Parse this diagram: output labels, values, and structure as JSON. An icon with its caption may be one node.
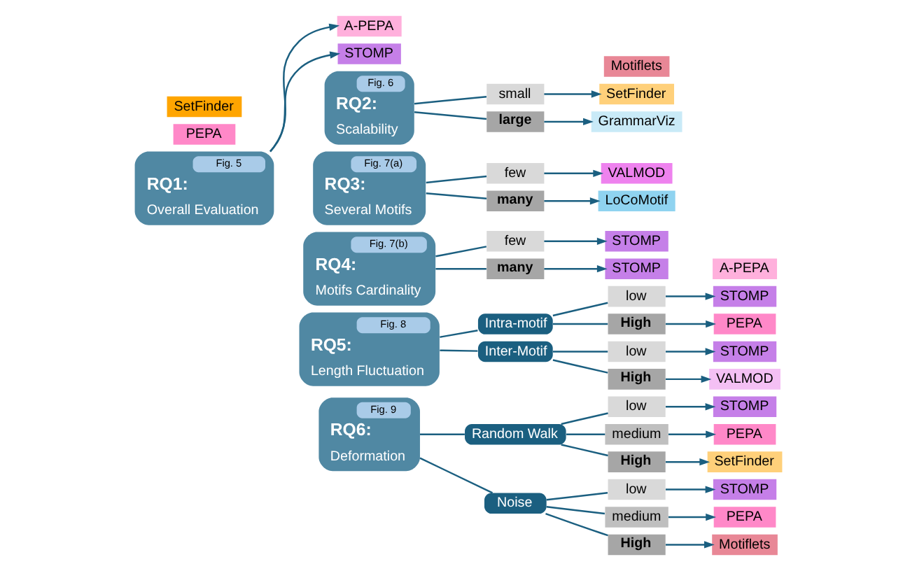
{
  "diagram": {
    "nodes": [
      {
        "text": [
          "Fig. 5",
          "RQ1:",
          "Overall Evaluation"
        ]
      },
      {
        "text": [
          "A-PEPA"
        ]
      },
      {
        "text": [
          "STOMP"
        ]
      },
      {
        "text": [
          "PEPA"
        ]
      },
      {
        "text": [
          "SetFinder"
        ]
      },
      {
        "text": [
          "Fig. 6",
          "RQ2:",
          "Scalability"
        ]
      },
      {
        "text": [
          "small"
        ]
      },
      {
        "text": [
          "large"
        ]
      },
      {
        "text": [
          "SetFinder"
        ]
      },
      {
        "text": [
          "GrammarViz"
        ]
      },
      {
        "text": [
          "Fig. 7(a)",
          "RQ3:",
          "Several Motifs"
        ]
      },
      {
        "text": [
          "few"
        ]
      },
      {
        "text": [
          "many"
        ]
      },
      {
        "text": [
          "VALMOD"
        ]
      },
      {
        "text": [
          "LoCoMotif"
        ]
      },
      {
        "text": [
          "Fig. 7(b)",
          "RQ4:",
          "Motifs Cardinality"
        ]
      },
      {
        "text": [
          "few"
        ]
      },
      {
        "text": [
          "many"
        ]
      },
      {
        "text": [
          "STOMP"
        ]
      },
      {
        "text": [
          "STOMP"
        ]
      },
      {
        "text": [
          "Motiflets"
        ]
      },
      {
        "text": [
          "Fig. 8",
          "RQ5:",
          "Length Fluctuation"
        ]
      },
      {
        "text": [
          "Intra-motif"
        ]
      },
      {
        "text": [
          "low"
        ]
      },
      {
        "text": [
          "High"
        ]
      },
      {
        "text": [
          "STOMP"
        ]
      },
      {
        "text": [
          "PEPA"
        ]
      },
      {
        "text": [
          "A-PEPA"
        ]
      },
      {
        "text": [
          "Inter-Motif"
        ]
      },
      {
        "text": [
          "low"
        ]
      },
      {
        "text": [
          "High"
        ]
      },
      {
        "text": [
          "STOMP"
        ]
      },
      {
        "text": [
          "VALMOD"
        ]
      },
      {
        "text": [
          "Fig. 9",
          "RQ6:",
          "Deformation"
        ]
      },
      {
        "text": [
          "Random Walk"
        ]
      },
      {
        "text": [
          "low"
        ]
      },
      {
        "text": [
          "medium"
        ]
      },
      {
        "text": [
          "High"
        ]
      },
      {
        "text": [
          "STOMP"
        ]
      },
      {
        "text": [
          "PEPA"
        ]
      },
      {
        "text": [
          "SetFinder"
        ]
      },
      {
        "text": [
          "Noise"
        ]
      },
      {
        "text": [
          "low"
        ]
      },
      {
        "text": [
          "medium"
        ]
      },
      {
        "text": [
          "High"
        ]
      },
      {
        "text": [
          "STOMP"
        ]
      },
      {
        "text": [
          "PEPA"
        ]
      },
      {
        "text": [
          "Motiflets"
        ]
      }
    ],
    "edges": [
      {
        "from": 0,
        "to": 1,
        "arrow": "to"
      },
      {
        "from": 0,
        "to": 2,
        "arrow": "to"
      },
      {
        "from": 5,
        "to": 6,
        "arrow": "none"
      },
      {
        "from": 5,
        "to": 7,
        "arrow": "none"
      },
      {
        "from": 6,
        "to": 8,
        "arrow": "to"
      },
      {
        "from": 7,
        "to": 9,
        "arrow": "to"
      },
      {
        "from": 10,
        "to": 11,
        "arrow": "none"
      },
      {
        "from": 10,
        "to": 12,
        "arrow": "none"
      },
      {
        "from": 11,
        "to": 13,
        "arrow": "to"
      },
      {
        "from": 12,
        "to": 14,
        "arrow": "to"
      },
      {
        "from": 15,
        "to": 16,
        "arrow": "none"
      },
      {
        "from": 15,
        "to": 17,
        "arrow": "none"
      },
      {
        "from": 16,
        "to": 18,
        "arrow": "to"
      },
      {
        "from": 17,
        "to": 19,
        "arrow": "to"
      },
      {
        "from": 21,
        "to": 22,
        "arrow": "none"
      },
      {
        "from": 21,
        "to": 28,
        "arrow": "none"
      },
      {
        "from": 22,
        "to": 23,
        "arrow": "none"
      },
      {
        "from": 22,
        "to": 24,
        "arrow": "none"
      },
      {
        "from": 23,
        "to": 25,
        "arrow": "to"
      },
      {
        "from": 24,
        "to": 26,
        "arrow": "to"
      },
      {
        "from": 28,
        "to": 29,
        "arrow": "none"
      },
      {
        "from": 28,
        "to": 30,
        "arrow": "none"
      },
      {
        "from": 29,
        "to": 31,
        "arrow": "to"
      },
      {
        "from": 30,
        "to": 32,
        "arrow": "to"
      },
      {
        "from": 33,
        "to": 34,
        "arrow": "none"
      },
      {
        "from": 33,
        "to": 41,
        "arrow": "none"
      },
      {
        "from": 34,
        "to": 35,
        "arrow": "none"
      },
      {
        "from": 34,
        "to": 36,
        "arrow": "none"
      },
      {
        "from": 34,
        "to": 37,
        "arrow": "none"
      },
      {
        "from": 35,
        "to": 38,
        "arrow": "to"
      },
      {
        "from": 36,
        "to": 39,
        "arrow": "to"
      },
      {
        "from": 37,
        "to": 40,
        "arrow": "to"
      },
      {
        "from": 41,
        "to": 42,
        "arrow": "none"
      },
      {
        "from": 41,
        "to": 43,
        "arrow": "none"
      },
      {
        "from": 41,
        "to": 44,
        "arrow": "none"
      },
      {
        "from": 42,
        "to": 45,
        "arrow": "to"
      },
      {
        "from": 43,
        "to": 46,
        "arrow": "to"
      },
      {
        "from": 44,
        "to": 47,
        "arrow": "to"
      }
    ]
  }
}
